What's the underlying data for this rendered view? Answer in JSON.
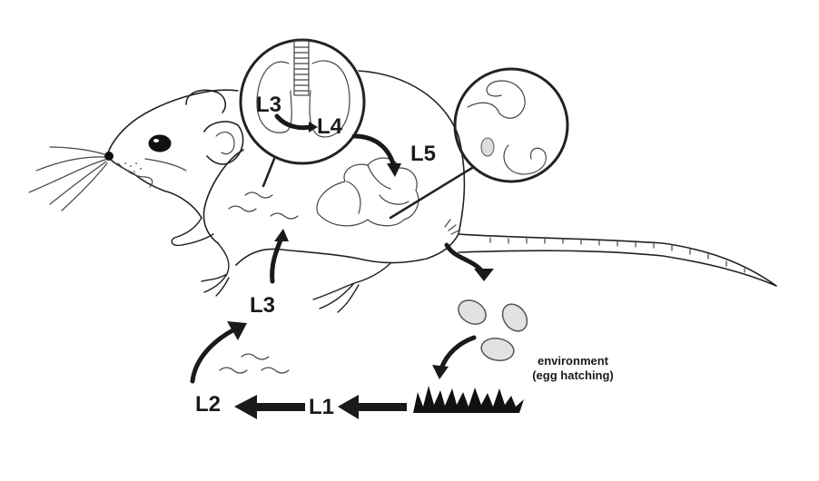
{
  "diagram": {
    "subject": "rat",
    "labels": {
      "lungs_inset_from": "L3",
      "lungs_inset_to": "L4",
      "intestine_stage": "L5",
      "skin_entry_stage": "L3",
      "ground_l3": "L3",
      "ground_l2": "L2",
      "ground_l1": "L1",
      "environment_line1": "environment",
      "environment_line2": "(egg hatching)"
    },
    "insets": [
      {
        "name": "lungs-inset",
        "depicts": "lungs and trachea",
        "transition": "L3 → L4"
      },
      {
        "name": "intestine-inset",
        "depicts": "adult worms and egg in intestine"
      }
    ],
    "cycle": [
      "eggs in feces",
      "environment (egg hatching)",
      "L1",
      "L2",
      "L3",
      "skin penetration",
      "L3 → L4 in lungs",
      "L5 in intestine"
    ],
    "colors": {
      "ink": "#1a1a1a",
      "line": "#444444",
      "background": "#ffffff"
    }
  }
}
